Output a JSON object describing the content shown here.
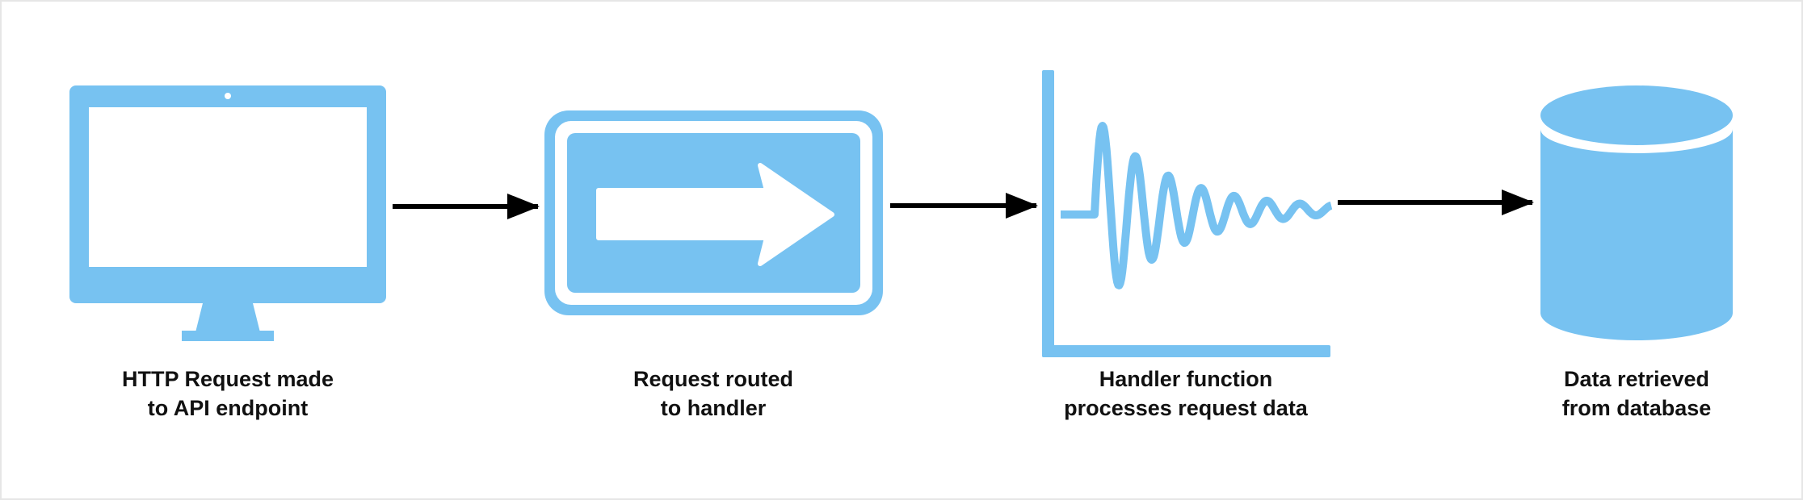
{
  "colors": {
    "icon": "#77C2F1",
    "arrow": "#000000",
    "text": "#111111",
    "background": "#FFFFFF"
  },
  "steps": [
    {
      "icon": "monitor-icon",
      "label_line1": "HTTP Request made",
      "label_line2": "to API endpoint"
    },
    {
      "icon": "route-sign-icon",
      "label_line1": "Request routed",
      "label_line2": "to handler"
    },
    {
      "icon": "waveform-chart-icon",
      "label_line1": "Handler function",
      "label_line2": "processes request data"
    },
    {
      "icon": "database-icon",
      "label_line1": "Data retrieved",
      "label_line2": "from database"
    }
  ]
}
